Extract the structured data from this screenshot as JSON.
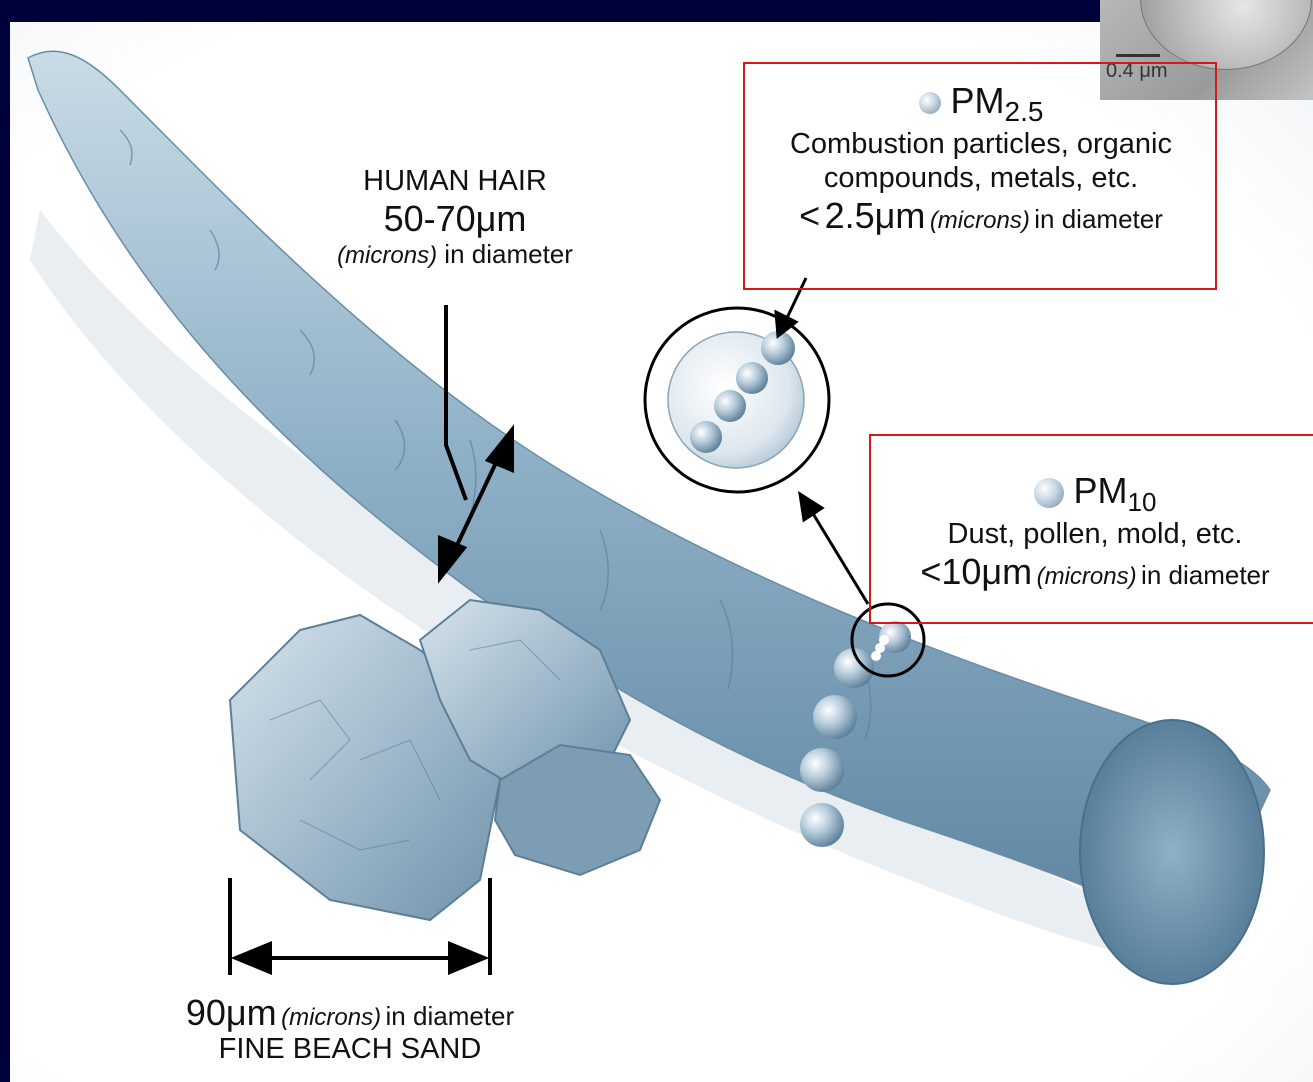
{
  "human_hair": {
    "title": "HUMAN HAIR",
    "size": "50-70",
    "unit": "μm",
    "paren": "(microns)",
    "tail": "in diameter"
  },
  "pm25": {
    "name": "PM",
    "sub": "2.5",
    "desc_line1": "Combustion particles, organic",
    "desc_line2": "compounds, metals, etc.",
    "lt": "<",
    "size": "2.5",
    "unit": "μm",
    "paren": "(microns)",
    "tail": "in diameter"
  },
  "pm10": {
    "name": "PM",
    "sub": "10",
    "desc": "Dust, pollen, mold, etc.",
    "lt": "<",
    "size": "10",
    "unit": "μm",
    "paren": "(microns)",
    "tail": "in diameter"
  },
  "sand": {
    "size": "90",
    "unit": "μm",
    "paren": "(microns)",
    "tail": "in diameter",
    "title": "FINE BEACH SAND"
  },
  "micrograph": {
    "scale": "0.4 μm"
  },
  "colors": {
    "background": "#00003a",
    "hair": "#7ea4bd",
    "box_border": "#d21a1a"
  }
}
